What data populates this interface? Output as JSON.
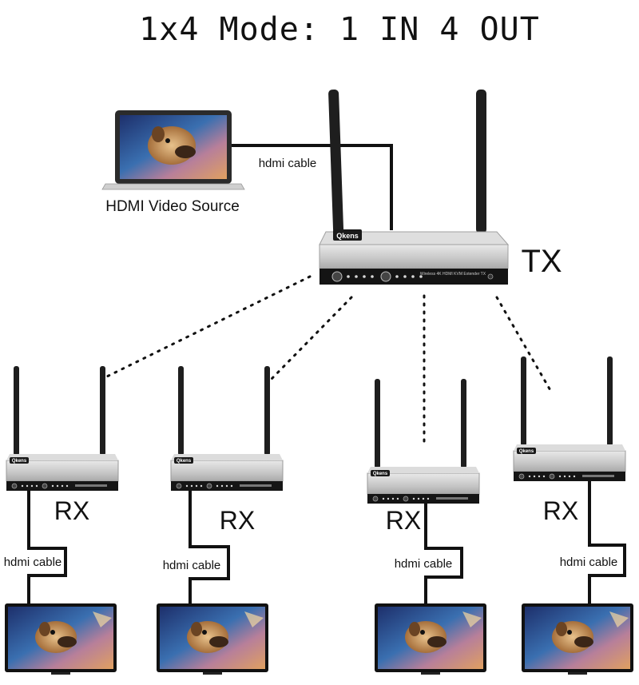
{
  "title": "1x4 Mode: 1 IN 4 OUT",
  "source": {
    "label": "HDMI Video Source"
  },
  "tx": {
    "label": "TX",
    "brand": "Qkens",
    "model": "Wireless 4K HDMI KVM Extender TX"
  },
  "rx_units": [
    {
      "label": "RX",
      "brand": "Qkens",
      "cable_label": "hdmi cable"
    },
    {
      "label": "RX",
      "brand": "Qkens",
      "cable_label": "hdmi cable"
    },
    {
      "label": "RX",
      "brand": "Qkens",
      "cable_label": "hdmi cable"
    },
    {
      "label": "RX",
      "brand": "Qkens",
      "cable_label": "hdmi cable"
    }
  ],
  "source_cable_label": "hdmi cable",
  "colors": {
    "chassis": "#c9c9c9",
    "front": "#151515",
    "antenna": "#1e1e1e",
    "screen_sky": "#3a6fb0",
    "screen_warm": "#e0a060"
  }
}
